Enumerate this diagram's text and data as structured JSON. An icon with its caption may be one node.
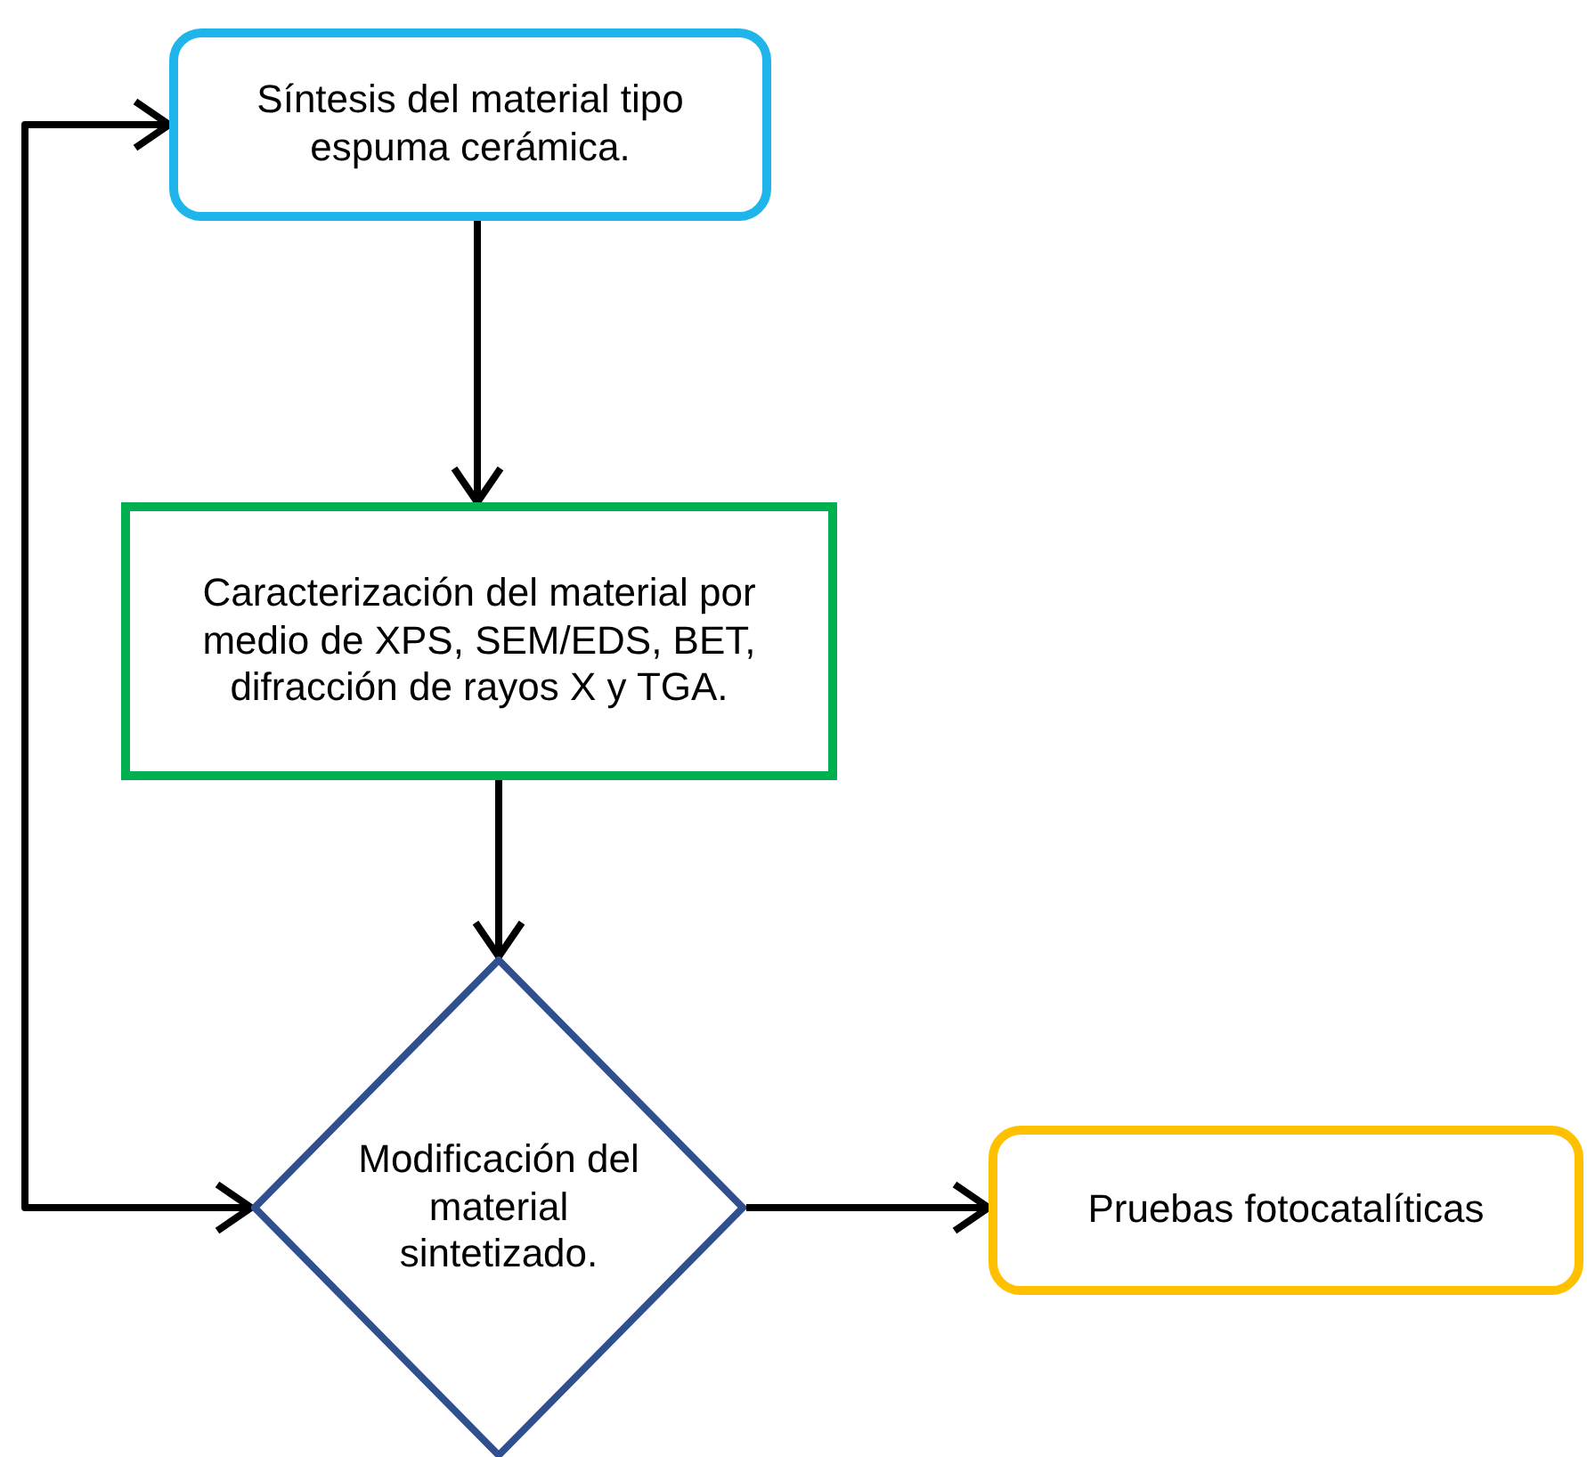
{
  "diagram": {
    "nodes": [
      {
        "text": [
          "Síntesis del material tipo espuma cerámica."
        ]
      },
      {
        "text": [
          "Caracterización del material por medio de XPS, SEM/EDS, BET, difracción de rayos X y TGA."
        ]
      },
      {
        "text": [
          "Modificación del material sintetizado."
        ]
      },
      {
        "text": [
          "Pruebas fotocatalíticas"
        ]
      }
    ],
    "edges": [
      {
        "from": 0,
        "to": 1,
        "arrow": "to"
      },
      {
        "from": 1,
        "to": 2,
        "arrow": "to"
      },
      {
        "from": 2,
        "to": 3,
        "arrow": "to"
      },
      {
        "from": 2,
        "to": 0,
        "arrow": "both"
      }
    ]
  }
}
